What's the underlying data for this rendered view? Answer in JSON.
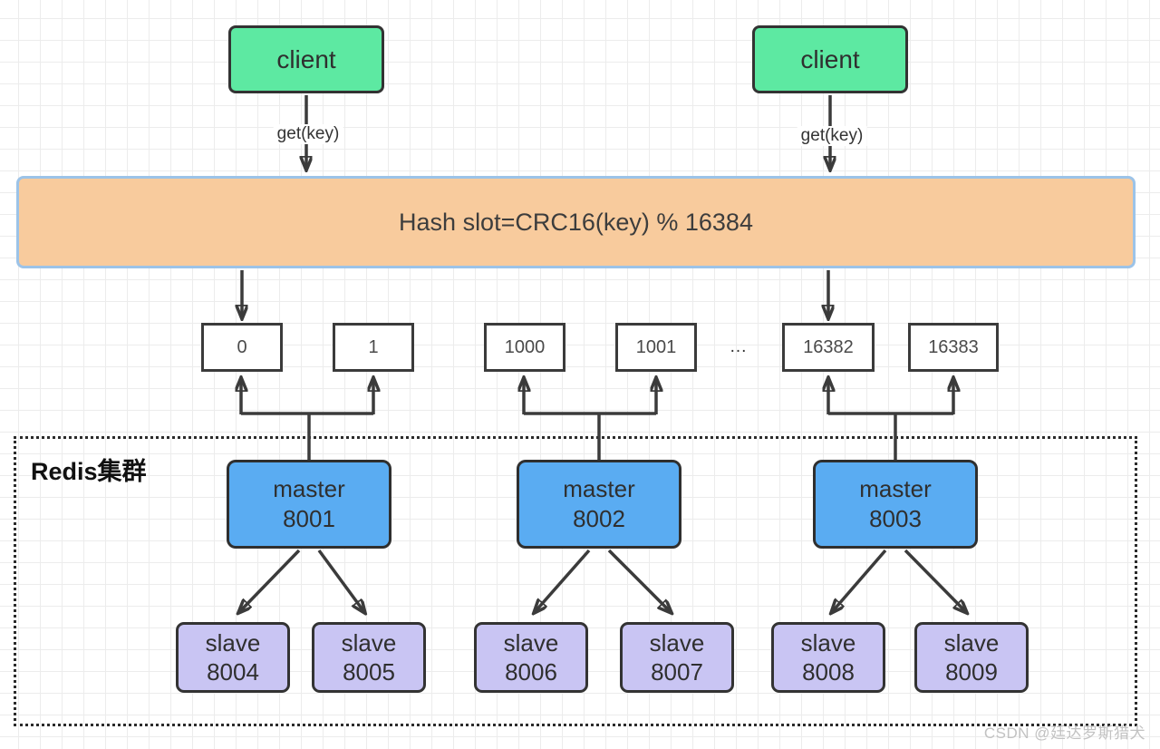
{
  "clients": [
    {
      "label": "client"
    },
    {
      "label": "client"
    }
  ],
  "edges": {
    "left_label": "get(key)",
    "right_label": "get(key)"
  },
  "hash_slot": {
    "label": "Hash slot=CRC16(key) % 16384"
  },
  "slots": [
    "0",
    "1",
    "1000",
    "1001",
    "16382",
    "16383"
  ],
  "ellipsis": "...",
  "cluster": {
    "title": "Redis集群",
    "masters": [
      {
        "role": "master",
        "port": "8001"
      },
      {
        "role": "master",
        "port": "8002"
      },
      {
        "role": "master",
        "port": "8003"
      }
    ],
    "slaves": [
      {
        "role": "slave",
        "port": "8004"
      },
      {
        "role": "slave",
        "port": "8005"
      },
      {
        "role": "slave",
        "port": "8006"
      },
      {
        "role": "slave",
        "port": "8007"
      },
      {
        "role": "slave",
        "port": "8008"
      },
      {
        "role": "slave",
        "port": "8009"
      }
    ]
  },
  "watermark": "CSDN @廷达罗斯猎犬",
  "colors": {
    "client_fill": "#5de9a2",
    "master_fill": "#5aacf2",
    "slave_fill": "#c9c5f3",
    "hash_fill": "#f8cb9d",
    "hash_border": "#9cc3e8",
    "node_border": "#3b3b3b",
    "arrow": "#3b3b3b",
    "grid_line": "#ececec",
    "watermark_text": "#c2c2c2"
  }
}
